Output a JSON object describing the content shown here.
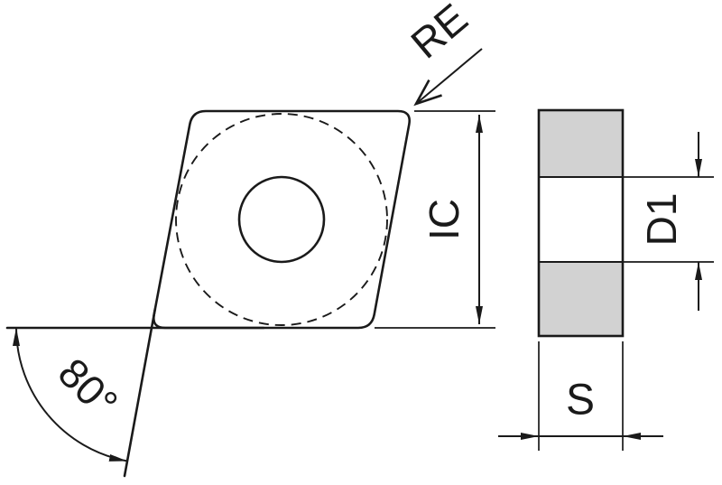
{
  "diagram": {
    "labels": {
      "corner_radius": "RE",
      "inscribed_circle": "IC",
      "corner_angle": "80°",
      "hole_diameter": "D1",
      "thickness": "S"
    },
    "colors": {
      "background": "#ffffff",
      "insert_fill": "#d2d2d2",
      "line": "#1a1a1a"
    }
  }
}
